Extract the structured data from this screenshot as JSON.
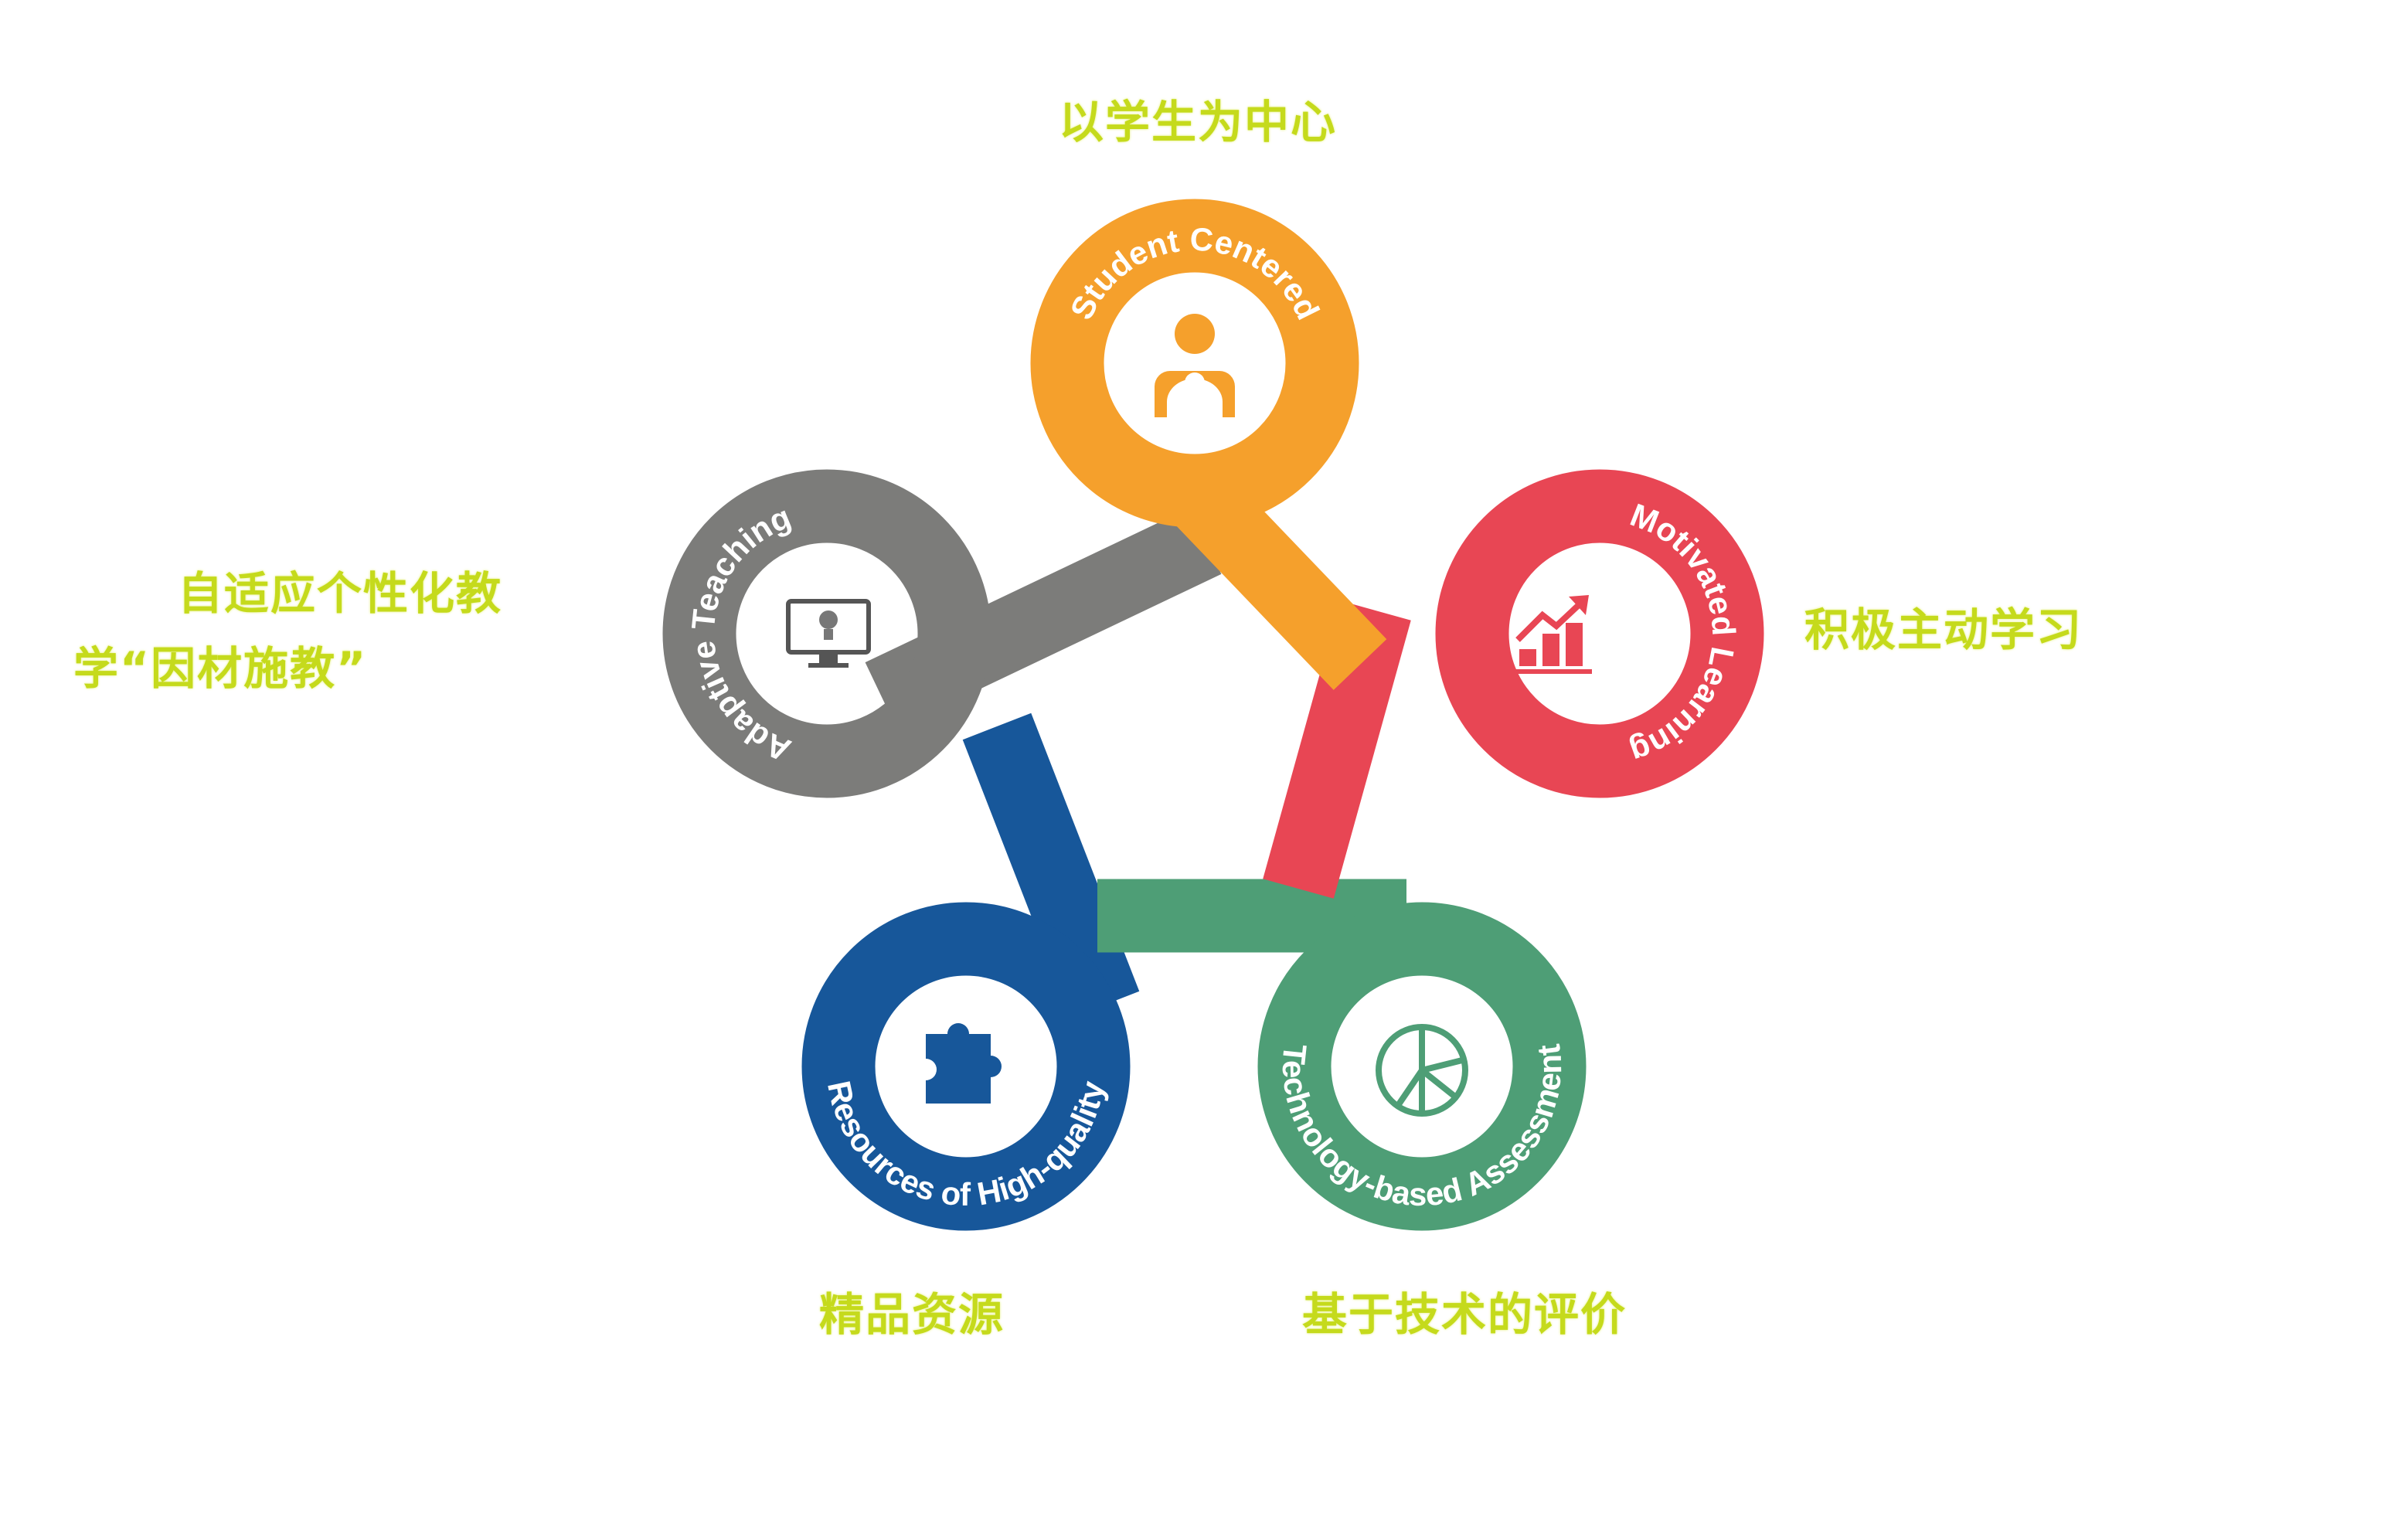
{
  "labels_cn": {
    "student_centered": "以学生为中心",
    "motivated_learning": "积极主动学习",
    "adaptive_line1": "自适应个性化教",
    "adaptive_line2": "学“因材施教”",
    "resources": "精品资源",
    "assessment": "基于技术的评价"
  },
  "loops": [
    {
      "label": "Student Centered",
      "color": "#f5a02c",
      "icon": "person-icon"
    },
    {
      "label": "Motivated Learning",
      "color": "#e84654",
      "icon": "bar-chart-growth-icon"
    },
    {
      "label": "Adaptive Teaching",
      "color": "#7c7c7a",
      "icon": "monitor-lightbulb-icon"
    },
    {
      "label": "Resources of High-quality",
      "color": "#17579a",
      "icon": "puzzle-icon"
    },
    {
      "label": "Technology-based Assessment",
      "color": "#4e9e76",
      "icon": "pie-chart-icon"
    }
  ]
}
